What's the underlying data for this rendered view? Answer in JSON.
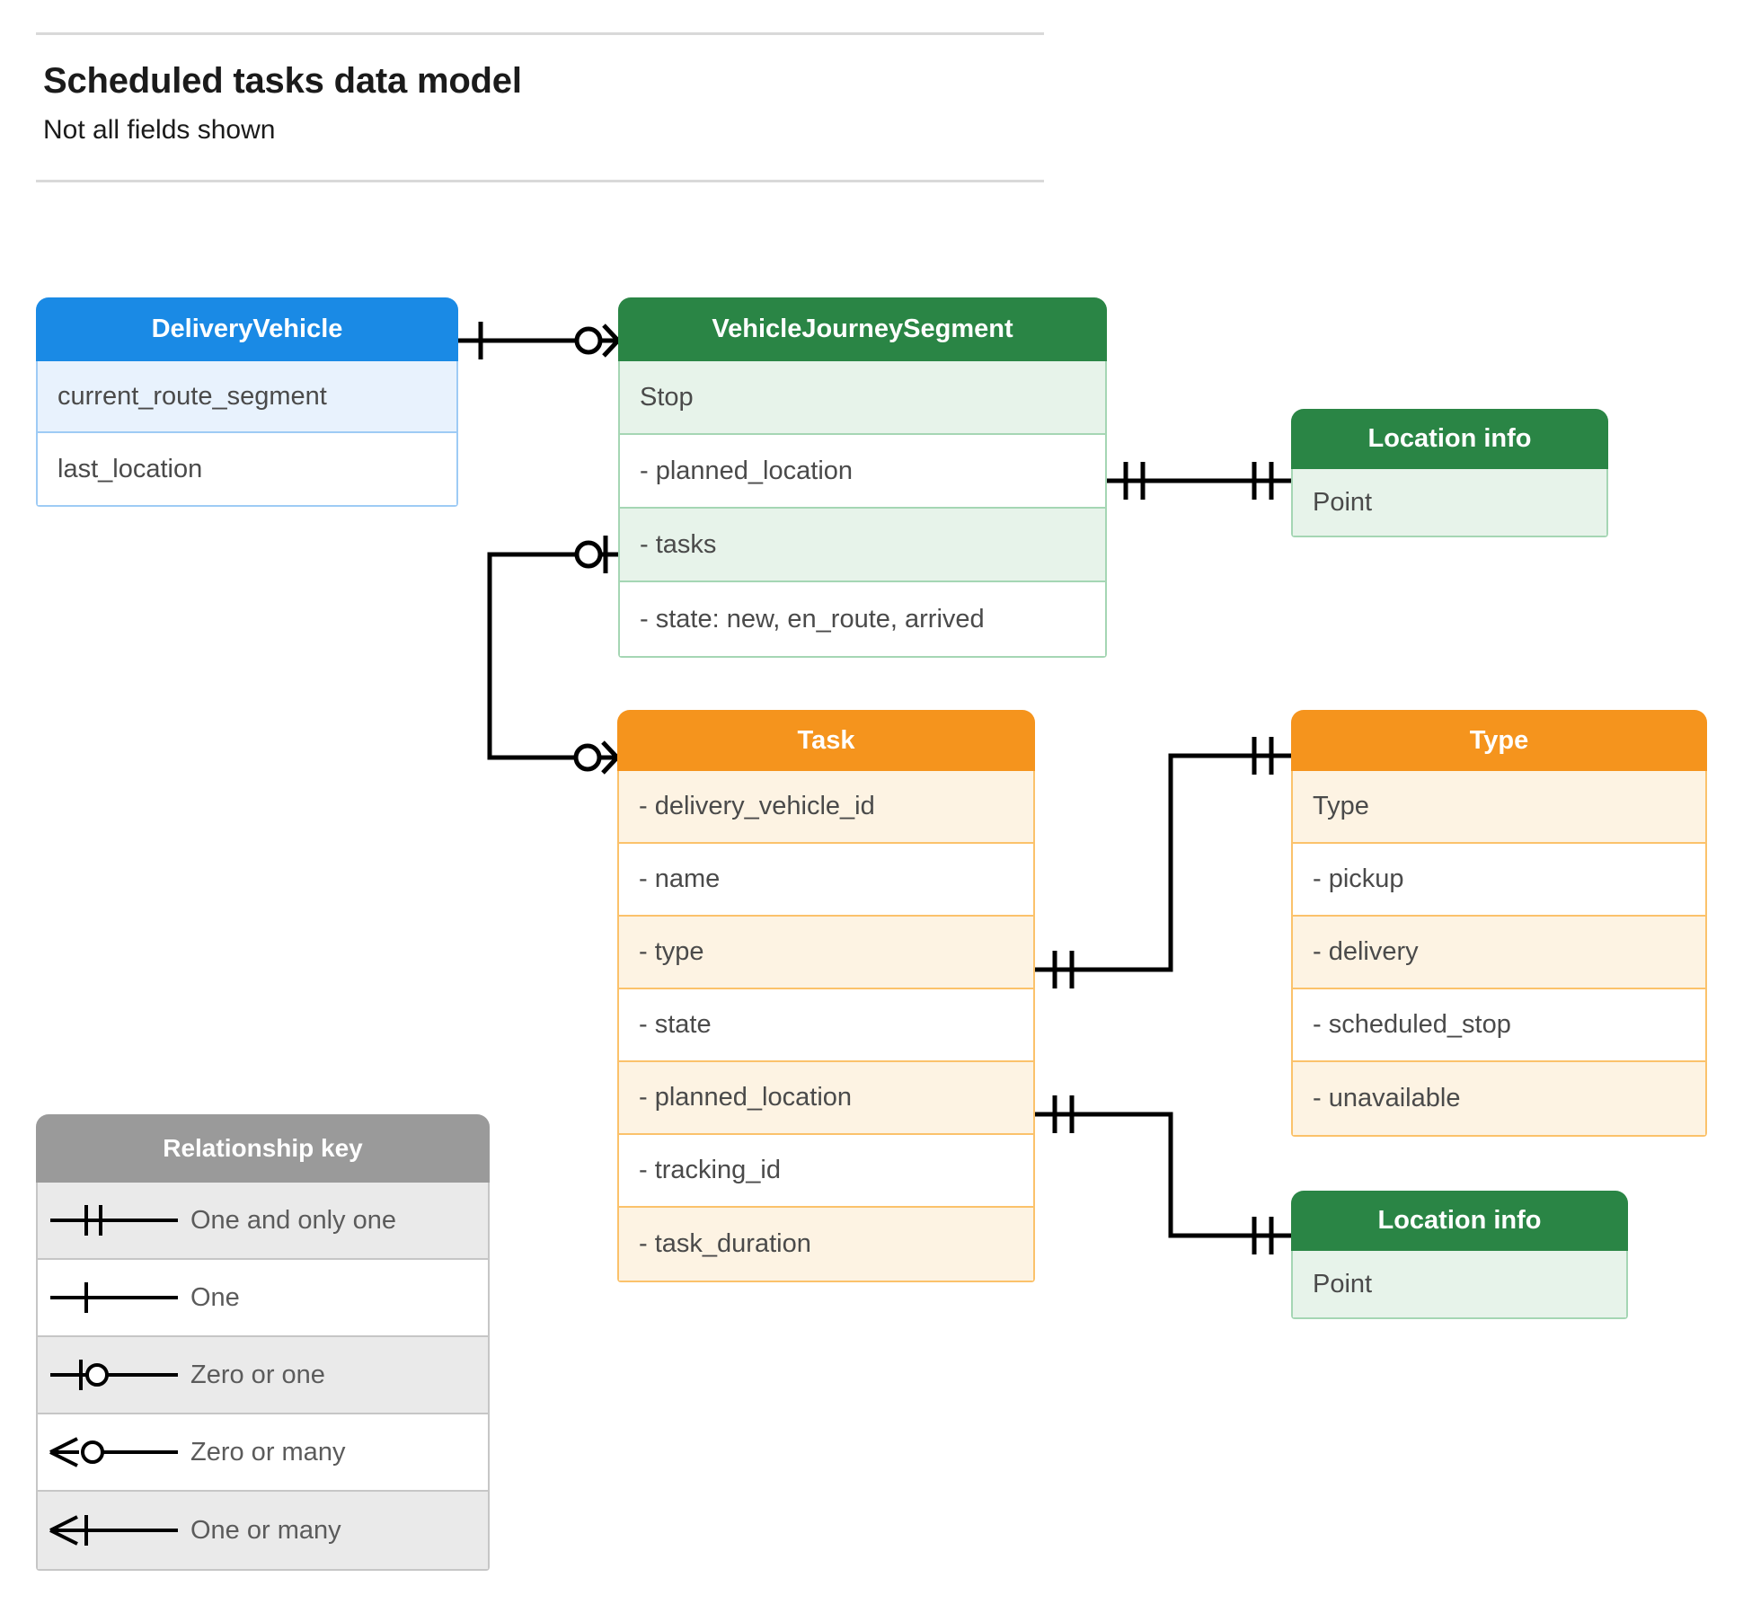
{
  "header": {
    "title": "Scheduled tasks data model",
    "subtitle": "Not all fields shown"
  },
  "entities": {
    "delivery_vehicle": {
      "name": "DeliveryVehicle",
      "color": "#1a8ae5",
      "rows": [
        "current_route_segment",
        "last_location"
      ]
    },
    "vehicle_journey_segment": {
      "name": "VehicleJourneySegment",
      "color": "#2a8545",
      "rows": [
        "Stop",
        "-  planned_location",
        "- tasks",
        "- state: new, en_route, arrived"
      ]
    },
    "location_info_top": {
      "name": "Location info",
      "color": "#2a8545",
      "rows": [
        "Point"
      ]
    },
    "task": {
      "name": "Task",
      "color": "#f5941d",
      "rows": [
        "- delivery_vehicle_id",
        "- name",
        "- type",
        "- state",
        "- planned_location",
        "- tracking_id",
        "- task_duration"
      ]
    },
    "type": {
      "name": "Type",
      "color": "#f5941d",
      "rows": [
        "Type",
        "-  pickup",
        "-  delivery",
        "-  scheduled_stop",
        "-  unavailable"
      ]
    },
    "location_info_bottom": {
      "name": "Location info",
      "color": "#2a8545",
      "rows": [
        "Point"
      ]
    }
  },
  "relationship_key": {
    "title": "Relationship key",
    "items": [
      {
        "symbol": "one-and-only-one",
        "label": "One and only one"
      },
      {
        "symbol": "one",
        "label": "One"
      },
      {
        "symbol": "zero-or-one",
        "label": "Zero or one"
      },
      {
        "symbol": "zero-or-many",
        "label": "Zero or many"
      },
      {
        "symbol": "one-or-many",
        "label": "One or many"
      }
    ]
  },
  "relationships": [
    {
      "from": "DeliveryVehicle",
      "from_cardinality": "one",
      "to": "VehicleJourneySegment",
      "to_cardinality": "zero-or-many"
    },
    {
      "from": "VehicleJourneySegment.tasks",
      "from_cardinality": "zero-or-one",
      "to": "Task",
      "to_cardinality": "zero-or-many"
    },
    {
      "from": "VehicleJourneySegment.planned_location",
      "from_cardinality": "one-and-only-one",
      "to": "Location info",
      "to_cardinality": "one-and-only-one"
    },
    {
      "from": "Task.type",
      "from_cardinality": "one-and-only-one",
      "to": "Type",
      "to_cardinality": "one-and-only-one"
    },
    {
      "from": "Task.planned_location",
      "from_cardinality": "one-and-only-one",
      "to": "Location info",
      "to_cardinality": "one-and-only-one"
    }
  ],
  "colors": {
    "blue": "#1a8ae5",
    "green": "#2a8545",
    "orange": "#f5941d",
    "grey": "#9a9a9a",
    "line": "#000000",
    "text": "#4a4a4a"
  }
}
